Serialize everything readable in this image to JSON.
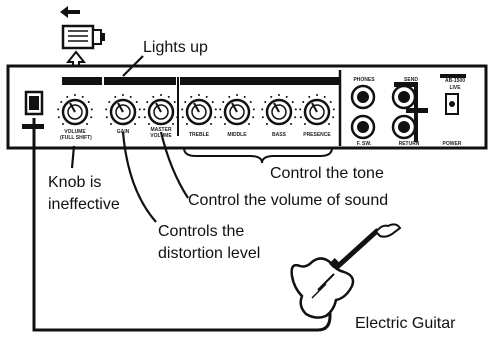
{
  "callouts": {
    "lights_up": "Lights up",
    "knob_ineffective": [
      "Knob is",
      "ineffective"
    ],
    "control_tone": "Control the tone",
    "control_volume": "Control the volume of sound",
    "controls_distortion": [
      "Controls the",
      "distortion level"
    ],
    "electric_guitar": "Electric Guitar"
  },
  "panel": {
    "model": "AB-1500",
    "model_sub": "LIVE",
    "knob_labels": [
      "VOLUME",
      "(FULL SHIFT)",
      "GAIN",
      "MASTER",
      "VOLUME",
      "TREBLE",
      "MIDDLE",
      "BASS",
      "PRESENCE"
    ],
    "jack_labels": [
      "PHONES",
      "SEND",
      "F. SW.",
      "RETURN",
      "POWER"
    ]
  },
  "icons": [
    "footswitch-icon",
    "arrow-left-icon",
    "arrow-up-icon",
    "guitar-icon"
  ]
}
